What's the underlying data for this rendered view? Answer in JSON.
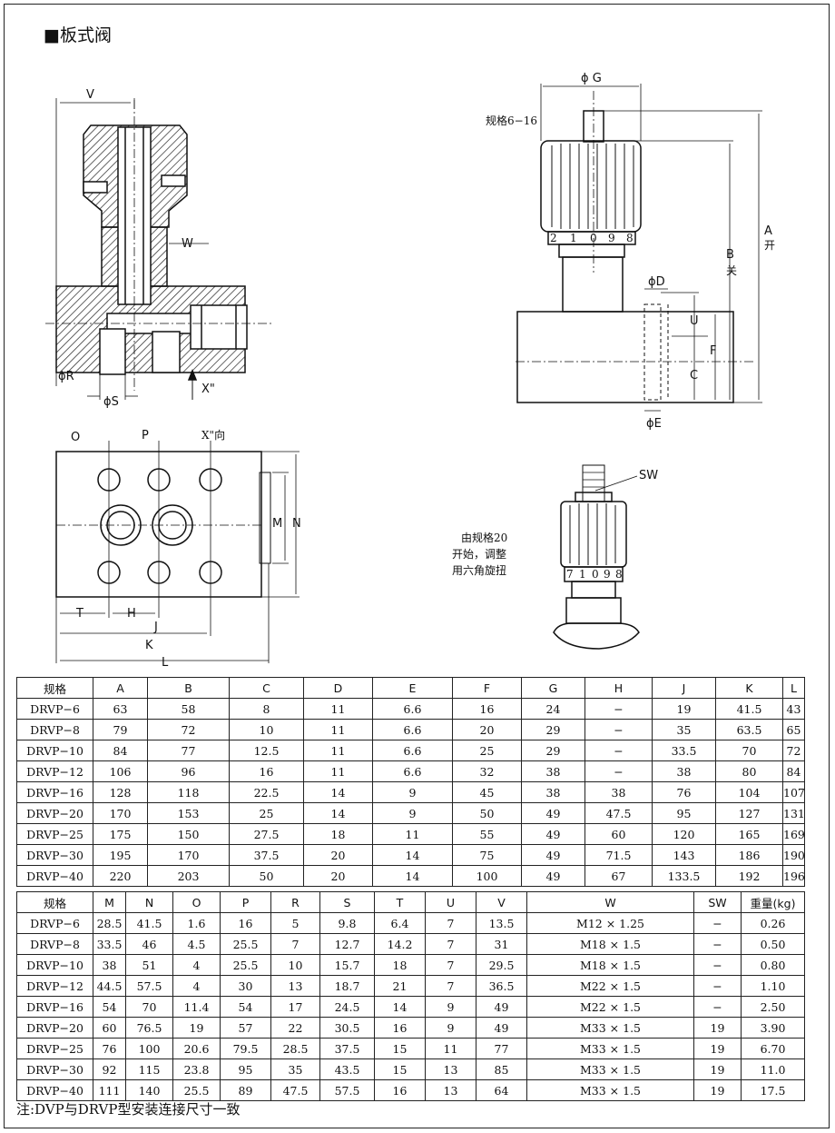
{
  "title": "■板式阀",
  "drawing_labels": {
    "V": "V",
    "W": "W",
    "phiR": "ϕR",
    "phiS": "ϕS",
    "X": "X\"",
    "phiG": "ϕ G",
    "spec_range": "规格6−16",
    "A": "A",
    "A_note": "开",
    "B": "B",
    "B_note": "关",
    "phiD": "ϕD",
    "U": "U",
    "F": "F",
    "C": "C",
    "phiE": "ϕE",
    "O": "O",
    "P": "P",
    "X_dir": "X\"向",
    "M": "M",
    "N": "N",
    "T": "T",
    "H": "H",
    "J": "J",
    "K": "K",
    "L": "L",
    "SW": "SW",
    "note_line1": "由规格20",
    "note_line2": "开始，调整",
    "note_line3": "用六角旋扭",
    "dial1": [
      "2",
      "1",
      "0",
      "9",
      "8"
    ],
    "dial2": [
      "7",
      "1",
      "0",
      "9",
      "8"
    ]
  },
  "table1": {
    "headers": [
      "规格",
      "A",
      "B",
      "C",
      "D",
      "E",
      "F",
      "G",
      "H",
      "J",
      "K",
      "L"
    ],
    "rows": [
      [
        "DRVP−6",
        "63",
        "58",
        "8",
        "11",
        "6.6",
        "16",
        "24",
        "−",
        "19",
        "41.5",
        "43"
      ],
      [
        "DRVP−8",
        "79",
        "72",
        "10",
        "11",
        "6.6",
        "20",
        "29",
        "−",
        "35",
        "63.5",
        "65"
      ],
      [
        "DRVP−10",
        "84",
        "77",
        "12.5",
        "11",
        "6.6",
        "25",
        "29",
        "−",
        "33.5",
        "70",
        "72"
      ],
      [
        "DRVP−12",
        "106",
        "96",
        "16",
        "11",
        "6.6",
        "32",
        "38",
        "−",
        "38",
        "80",
        "84"
      ],
      [
        "DRVP−16",
        "128",
        "118",
        "22.5",
        "14",
        "9",
        "45",
        "38",
        "38",
        "76",
        "104",
        "107"
      ],
      [
        "DRVP−20",
        "170",
        "153",
        "25",
        "14",
        "9",
        "50",
        "49",
        "47.5",
        "95",
        "127",
        "131"
      ],
      [
        "DRVP−25",
        "175",
        "150",
        "27.5",
        "18",
        "11",
        "55",
        "49",
        "60",
        "120",
        "165",
        "169"
      ],
      [
        "DRVP−30",
        "195",
        "170",
        "37.5",
        "20",
        "14",
        "75",
        "49",
        "71.5",
        "143",
        "186",
        "190"
      ],
      [
        "DRVP−40",
        "220",
        "203",
        "50",
        "20",
        "14",
        "100",
        "49",
        "67",
        "133.5",
        "192",
        "196"
      ]
    ]
  },
  "table2": {
    "headers": [
      "规格",
      "M",
      "N",
      "O",
      "P",
      "R",
      "S",
      "T",
      "U",
      "V",
      "W",
      "SW",
      "重量(kg)"
    ],
    "rows": [
      [
        "DRVP−6",
        "28.5",
        "41.5",
        "1.6",
        "16",
        "5",
        "9.8",
        "6.4",
        "7",
        "13.5",
        "M12 × 1.25",
        "−",
        "0.26"
      ],
      [
        "DRVP−8",
        "33.5",
        "46",
        "4.5",
        "25.5",
        "7",
        "12.7",
        "14.2",
        "7",
        "31",
        "M18 × 1.5",
        "−",
        "0.50"
      ],
      [
        "DRVP−10",
        "38",
        "51",
        "4",
        "25.5",
        "10",
        "15.7",
        "18",
        "7",
        "29.5",
        "M18 × 1.5",
        "−",
        "0.80"
      ],
      [
        "DRVP−12",
        "44.5",
        "57.5",
        "4",
        "30",
        "13",
        "18.7",
        "21",
        "7",
        "36.5",
        "M22 × 1.5",
        "−",
        "1.10"
      ],
      [
        "DRVP−16",
        "54",
        "70",
        "11.4",
        "54",
        "17",
        "24.5",
        "14",
        "9",
        "49",
        "M22 × 1.5",
        "−",
        "2.50"
      ],
      [
        "DRVP−20",
        "60",
        "76.5",
        "19",
        "57",
        "22",
        "30.5",
        "16",
        "9",
        "49",
        "M33 × 1.5",
        "19",
        "3.90"
      ],
      [
        "DRVP−25",
        "76",
        "100",
        "20.6",
        "79.5",
        "28.5",
        "37.5",
        "15",
        "11",
        "77",
        "M33 × 1.5",
        "19",
        "6.70"
      ],
      [
        "DRVP−30",
        "92",
        "115",
        "23.8",
        "95",
        "35",
        "43.5",
        "15",
        "13",
        "85",
        "M33 × 1.5",
        "19",
        "11.0"
      ],
      [
        "DRVP−40",
        "111",
        "140",
        "25.5",
        "89",
        "47.5",
        "57.5",
        "16",
        "13",
        "64",
        "M33 × 1.5",
        "19",
        "17.5"
      ]
    ]
  },
  "note": "注:DVP与DRVP型安装连接尺寸一致"
}
